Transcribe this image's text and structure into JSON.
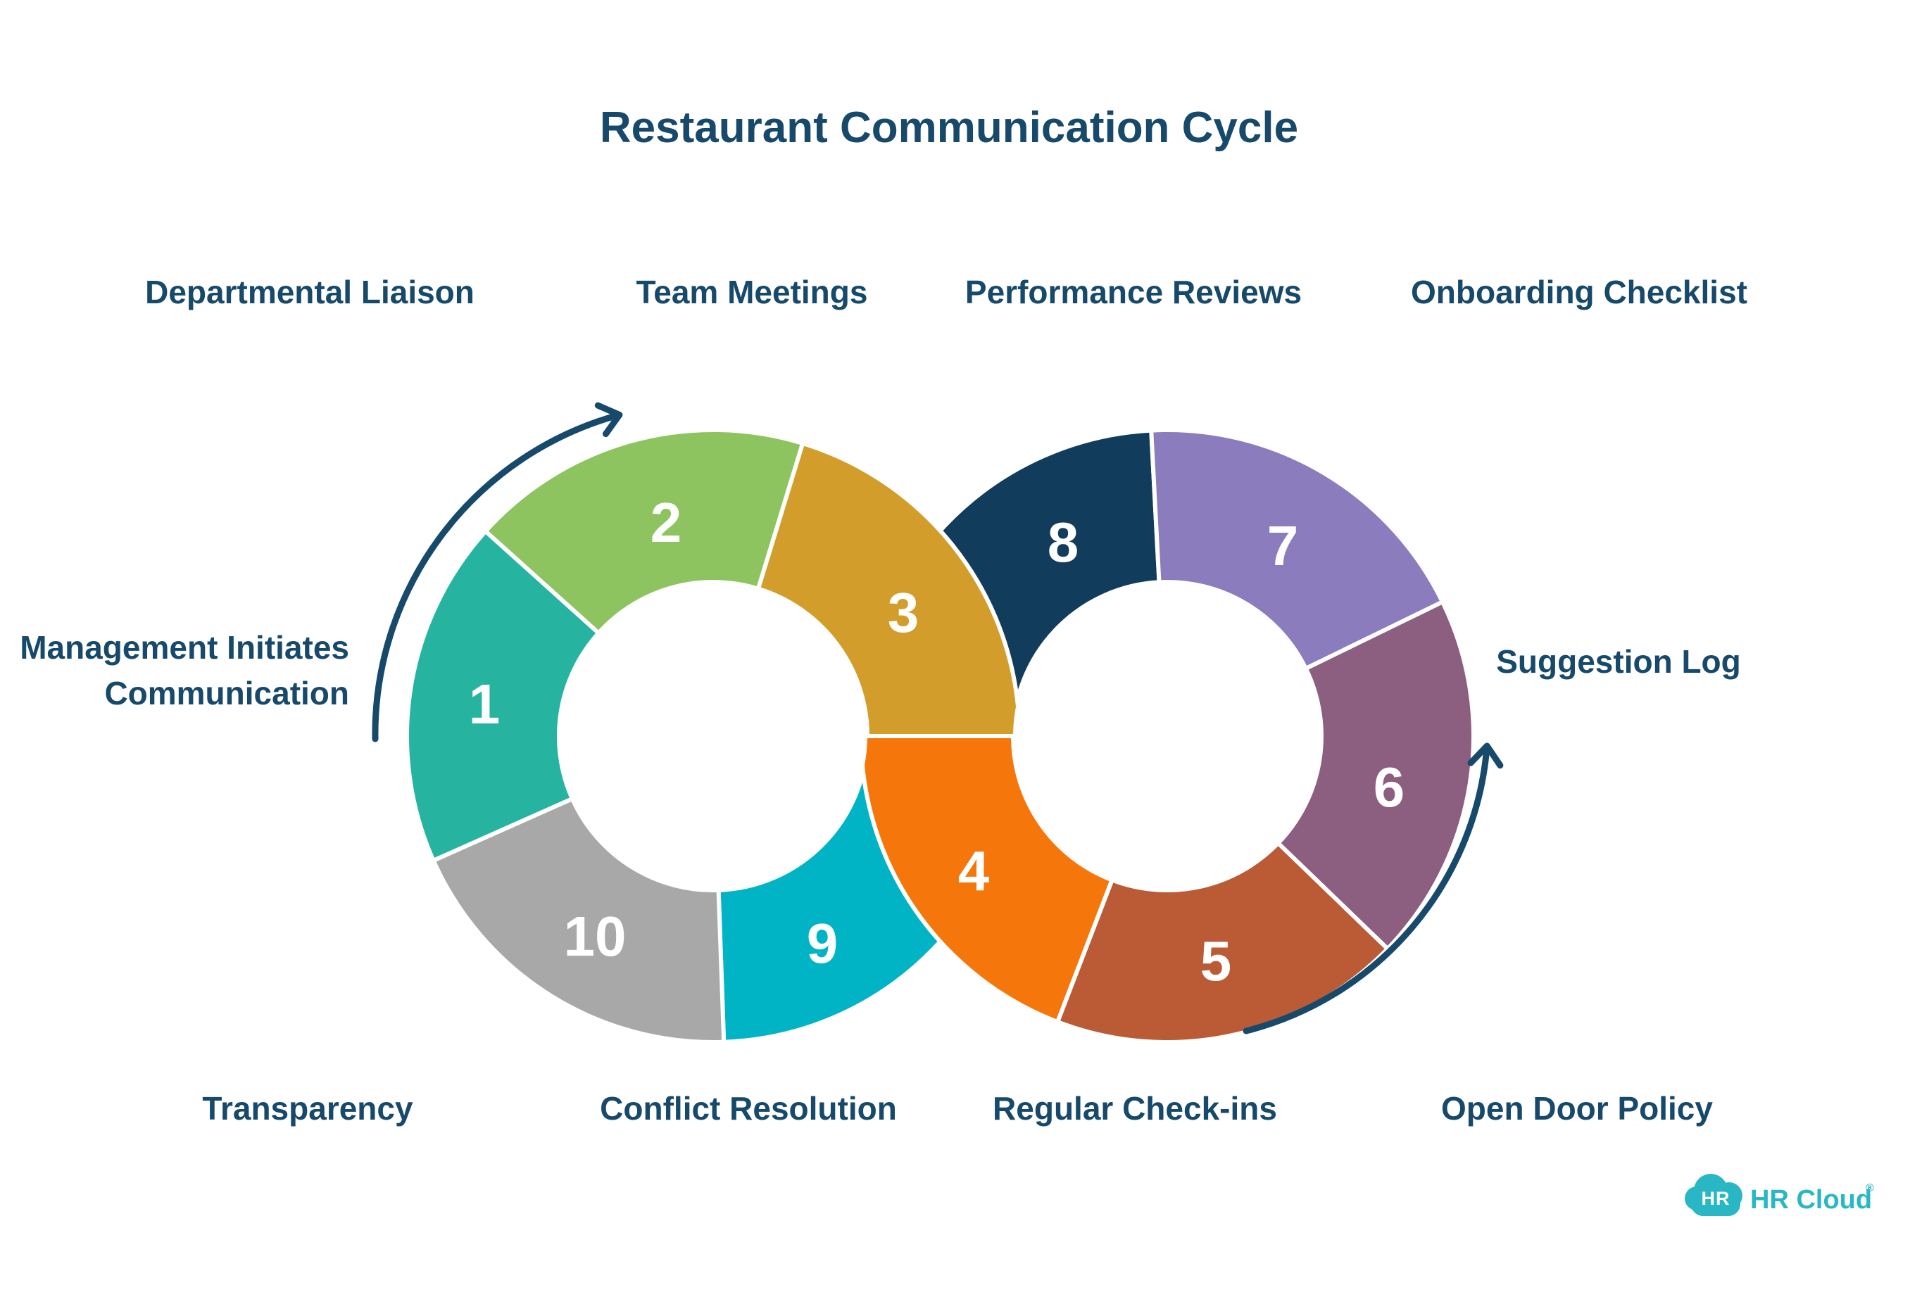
{
  "title": "Restaurant Communication Cycle",
  "colors": {
    "text_navy": "#17496B",
    "arrow_navy": "#17496B",
    "separator_white": "#FFFFFF",
    "logo_teal": "#2AB7C5",
    "segment_teal": "#26B4A0",
    "segment_green": "#8DC45F",
    "segment_gold": "#D29D2B",
    "segment_orange": "#F5760A",
    "segment_rust": "#BA5B36",
    "segment_plum": "#8C5E7F",
    "segment_purple": "#8B7CBD",
    "segment_navy": "#123C5B",
    "segment_cyan": "#00B4C5",
    "segment_gray": "#A8A8A8"
  },
  "steps": [
    {
      "number": "1",
      "label": "Management Initiates\nCommunication",
      "color": "#26B4A0"
    },
    {
      "number": "2",
      "label": "Departmental Liaison",
      "color": "#8DC45F"
    },
    {
      "number": "3",
      "label": "Team Meetings",
      "color": "#D29D2B"
    },
    {
      "number": "4",
      "label": "Regular Check-ins",
      "color": "#F5760A"
    },
    {
      "number": "5",
      "label": "Open Door Policy",
      "color": "#BA5B36"
    },
    {
      "number": "6",
      "label": "Suggestion Log",
      "color": "#8C5E7F"
    },
    {
      "number": "7",
      "label": "Onboarding Checklist",
      "color": "#8B7CBD"
    },
    {
      "number": "8",
      "label": "Performance Reviews",
      "color": "#123C5B"
    },
    {
      "number": "9",
      "label": "Conflict Resolution",
      "color": "#00B4C5"
    },
    {
      "number": "10",
      "label": "Transparency",
      "color": "#A8A8A8"
    }
  ],
  "logo": {
    "badge": "HR",
    "name": "HR Cloud",
    "registered": "®"
  }
}
